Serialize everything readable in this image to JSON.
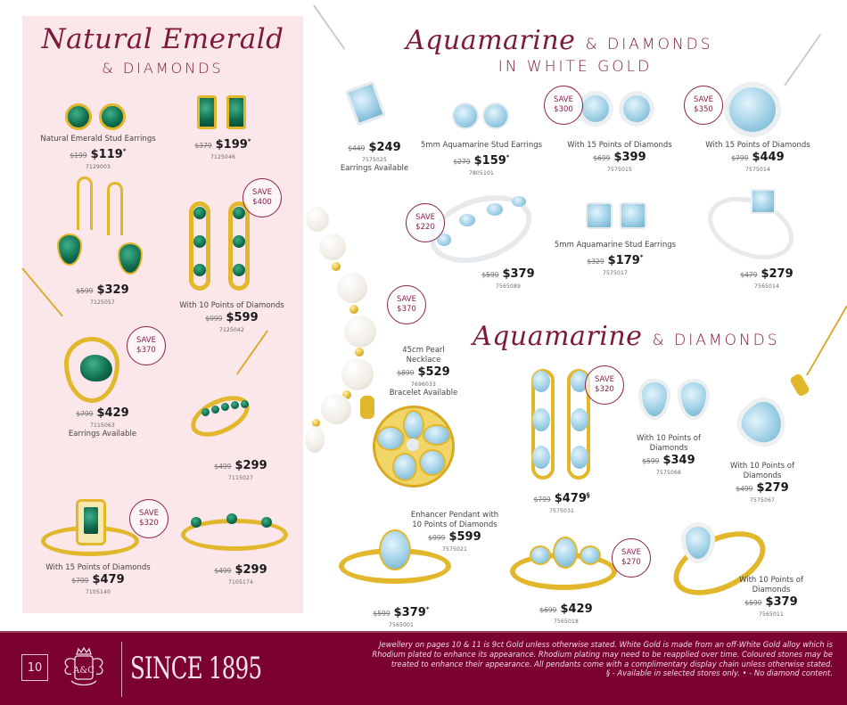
{
  "emerald_section": {
    "title_script": "Natural Emerald",
    "title_caps": "& DIAMONDS",
    "products": [
      {
        "desc": "Natural Emerald  Stud Earrings",
        "was": "$199",
        "now": "$119",
        "mark": "*",
        "code": "7129003"
      },
      {
        "desc": "",
        "was": "$379",
        "now": "$199",
        "mark": "*",
        "code": "7125046"
      },
      {
        "desc": "",
        "was": "$599",
        "now": "$329",
        "mark": "",
        "code": "7125057"
      },
      {
        "desc": "With 10 Points of Diamonds",
        "was": "$999",
        "now": "$599",
        "mark": "",
        "code": "7125042",
        "save": [
          "SAVE",
          "$400"
        ]
      },
      {
        "desc": "",
        "was": "$799",
        "now": "$429",
        "mark": "",
        "code": "7115063",
        "note": "Earrings Available",
        "save": [
          "SAVE",
          "$370"
        ]
      },
      {
        "desc": "",
        "was": "$499",
        "now": "$299",
        "mark": "",
        "code": "7115027"
      },
      {
        "desc": "With 15 Points of Diamonds",
        "was": "$799",
        "now": "$479",
        "mark": "",
        "code": "7105140",
        "save": [
          "SAVE",
          "$320"
        ]
      },
      {
        "desc": "",
        "was": "$499",
        "now": "$299",
        "mark": "",
        "code": "7105174"
      }
    ]
  },
  "white_gold_section": {
    "title_script": "Aquamarine",
    "title_caps": "& DIAMONDS",
    "title_line2": "IN WHITE GOLD",
    "products": [
      {
        "desc": "",
        "was": "$449",
        "now": "$249",
        "mark": "",
        "code": "7575025",
        "note": "Earrings Available"
      },
      {
        "desc": "5mm Aquamarine Stud Earrings",
        "was": "$279",
        "now": "$159",
        "mark": "*",
        "code": "7805101"
      },
      {
        "desc": "With 15 Points of Diamonds",
        "was": "$699",
        "now": "$399",
        "mark": "",
        "code": "7575015",
        "save": [
          "SAVE",
          "$300"
        ]
      },
      {
        "desc": "With 15 Points of Diamonds",
        "was": "$799",
        "now": "$449",
        "mark": "",
        "code": "7575014",
        "save": [
          "SAVE",
          "$350"
        ]
      },
      {
        "desc": "",
        "was": "$599",
        "now": "$379",
        "mark": "",
        "code": "7565089",
        "save": [
          "SAVE",
          "$220"
        ]
      },
      {
        "desc": "5mm Aquamarine Stud Earrings",
        "was": "$329",
        "now": "$179",
        "mark": "*",
        "code": "7575017"
      },
      {
        "desc": "",
        "was": "$479",
        "now": "$279",
        "mark": "",
        "code": "7565014"
      }
    ]
  },
  "pearl": {
    "desc_line1": "45cm Pearl",
    "desc_line2": "Necklace",
    "was": "$899",
    "now": "$529",
    "code": "7696033",
    "note": "Bracelet Available",
    "save": [
      "SAVE",
      "$370"
    ]
  },
  "yellow_gold_section": {
    "title_script": "Aquamarine",
    "title_caps": "& DIAMONDS",
    "products": [
      {
        "desc": "Enhancer Pendant with 10 Points of Diamonds",
        "desc_line1": "Enhancer Pendant with",
        "desc_line2": "10 Points of Diamonds",
        "was": "$999",
        "now": "$599",
        "mark": "",
        "code": "7575021"
      },
      {
        "desc": "",
        "was": "$799",
        "now": "$479",
        "mark": "§",
        "code": "7575031",
        "save": [
          "SAVE",
          "$320"
        ]
      },
      {
        "desc_line1": "With 10 Points of",
        "desc_line2": "Diamonds",
        "was": "$599",
        "now": "$349",
        "mark": "",
        "code": "7575068"
      },
      {
        "desc_line1": "With 10 Points of",
        "desc_line2": "Diamonds",
        "was": "$499",
        "now": "$279",
        "mark": "",
        "code": "7575067"
      },
      {
        "desc": "",
        "was": "$599",
        "now": "$379",
        "mark": "*",
        "code": "7565001"
      },
      {
        "desc": "",
        "was": "$699",
        "now": "$429",
        "mark": "",
        "code": "7565018",
        "save": [
          "SAVE",
          "$270"
        ]
      },
      {
        "desc_line1": "With 10 Points of",
        "desc_line2": "Diamonds",
        "was": "$599",
        "now": "$379",
        "mark": "",
        "code": "7565011"
      }
    ]
  },
  "footer": {
    "page_number": "10",
    "crest_monogram": "A&C",
    "tagline": "SINCE 1895",
    "disclaimer_1": "Jewellery on pages 10 & 11 is 9ct Gold unless otherwise stated. White Gold is made from an off-White Gold alloy which is",
    "disclaimer_2": "Rhodium plated to enhance its appearance. Rhodium plating may need to be reapplied over time. Coloured stones may be",
    "disclaimer_3": "treated to enhance their appearance. All pendants come with a complimentary display chain unless otherwise stated.",
    "disclaimer_4": "§ - Available in selected stores only. • - No diamond content."
  },
  "colors": {
    "brand_maroon": "#7b0131",
    "heading": "#7d1a3b",
    "panel_pink": "#fbe6ea"
  }
}
